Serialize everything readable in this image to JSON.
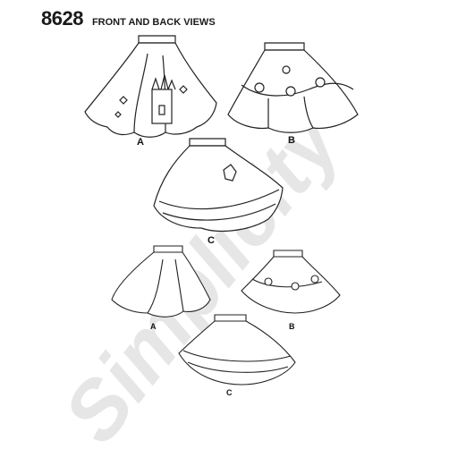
{
  "header": {
    "pattern_number": "8628",
    "title": "FRONT AND BACK VIEWS"
  },
  "watermark": {
    "text": "Simplicity",
    "color": "#e6e6e6"
  },
  "views": [
    {
      "label": "A",
      "description_icon": "castle-applique-icon"
    },
    {
      "label": "B",
      "description_icon": "rose-swag-icon"
    },
    {
      "label": "C",
      "description_icon": "horse-applique-icon"
    },
    {
      "label": "A"
    },
    {
      "label": "B"
    },
    {
      "label": "C"
    }
  ],
  "colors": {
    "line": "#222222",
    "fill": "#ffffff"
  }
}
